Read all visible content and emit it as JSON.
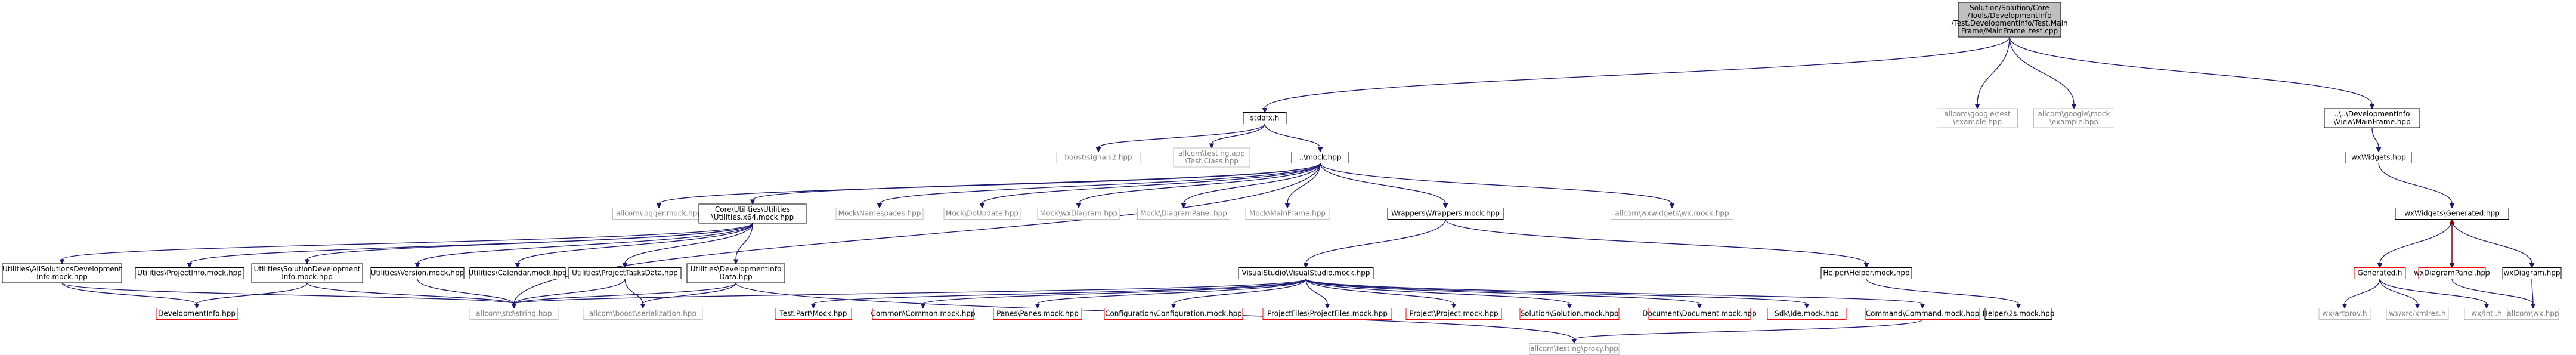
{
  "colors": {
    "edge_blue": "#191970",
    "edge_dark_red": "#8b0000",
    "node_border": "#000000",
    "missing_border": "#bfbfbf",
    "missing_text": "#7f7f7f",
    "red_border": "#ff0000",
    "root_fill": "#bfbfbf"
  },
  "nodes": {
    "root": [
      "Solution/Solution/Core",
      "/Tools/DevelopmentInfo",
      "/Test.DevelopmentInfo/Test.Main",
      "Frame/MainFrame_test.cpp"
    ],
    "stdafx": [
      "stdafx.h"
    ],
    "google_test": [
      "allcom\\google\\test",
      "\\example.hpp"
    ],
    "google_mock": [
      "allcom\\google\\mock",
      "\\example.hpp"
    ],
    "devinfo_mainframe": [
      "..\\..\\DevelopmentInfo",
      "\\View\\MainFrame.hpp"
    ],
    "boost_signals": [
      "boost\\signals2.hpp"
    ],
    "testing_app": [
      "allcom\\testing.app",
      "\\Test.Class.hpp"
    ],
    "mock_hpp": [
      "..\\mock.hpp"
    ],
    "wxwidgets": [
      "wxWidgets.hpp"
    ],
    "logger_mock": [
      "allcom\\logger.mock.hpp"
    ],
    "core_utilities": [
      "Core\\Utilities\\Utilities",
      "\\Utilities.x64.mock.hpp"
    ],
    "mock_namespaces": [
      "Mock\\Namespaces.hpp"
    ],
    "mock_doupdate": [
      "Mock\\DoUpdate.hpp"
    ],
    "mock_wxdiagram": [
      "Mock\\wxDiagram.hpp"
    ],
    "mock_diagrampanel": [
      "Mock\\DiagramPanel.hpp"
    ],
    "mock_mainframe": [
      "Mock\\MainFrame.hpp"
    ],
    "wrappers_mock": [
      "Wrappers\\Wrappers.mock.hpp"
    ],
    "wxwidgets_wx_mock": [
      "allcom\\wxwidgets\\wx.mock.hpp"
    ],
    "wxwidgets_generated": [
      "wxWidgets\\Generated.hpp"
    ],
    "allsolutions": [
      "Utilities\\AllSolutionsDevelopment",
      "Info.mock.hpp"
    ],
    "projectinfo_mock": [
      "Utilities\\ProjectInfo.mock.hpp"
    ],
    "solutiondev": [
      "Utilities\\SolutionDevelopment",
      "Info.mock.hpp"
    ],
    "version_mock": [
      "Utilities\\Version.mock.hpp"
    ],
    "calendar_mock": [
      "Utilities\\Calendar.mock.hpp"
    ],
    "projecttasks": [
      "Utilities\\ProjectTasksData.hpp"
    ],
    "devinfo_data": [
      "Utilities\\DevelopmentInfo",
      "Data.hpp"
    ],
    "visualstudio_mock": [
      "VisualStudio\\VisualStudio.mock.hpp"
    ],
    "helper_mock": [
      "Helper\\Helper.mock.hpp"
    ],
    "generated_h": [
      "Generated.h"
    ],
    "wxdiagrampanel": [
      "wxDiagramPanel.hpp"
    ],
    "wxdiagram": [
      "wxDiagram.hpp"
    ],
    "developmentinfo_hpp": [
      "DevelopmentInfo.hpp"
    ],
    "std_string": [
      "allcom\\std\\string.hpp"
    ],
    "boost_serialization": [
      "allcom\\boost\\serialization.hpp"
    ],
    "test_part_mock": [
      "Test.Part\\Mock.hpp"
    ],
    "common_mock": [
      "Common\\Common.mock.hpp"
    ],
    "panes_mock": [
      "Panes\\Panes.mock.hpp"
    ],
    "configuration_mock": [
      "Configuration\\Configuration.mock.hpp"
    ],
    "projectfiles_mock": [
      "ProjectFiles\\ProjectFiles.mock.hpp"
    ],
    "project_mock": [
      "Project\\Project.mock.hpp"
    ],
    "solution_mock": [
      "Solution\\Solution.mock.hpp"
    ],
    "document_mock": [
      "Document\\Document.mock.hpp"
    ],
    "sdk_ide_mock": [
      "Sdk\\Ide.mock.hpp"
    ],
    "command_mock": [
      "Command\\Command.mock.hpp"
    ],
    "helper2s_mock": [
      "Helper\\2s.mock.hpp"
    ],
    "wx_artprov": [
      "wx/artprov.h"
    ],
    "wx_xrc": [
      "wx/xrc/xmlres.h"
    ],
    "wx_intl": [
      "wx/intl.h"
    ],
    "allcom_wx": [
      "allcom\\wx.hpp"
    ],
    "testing_proxy": [
      "allcom\\testing\\proxy.hpp"
    ]
  }
}
